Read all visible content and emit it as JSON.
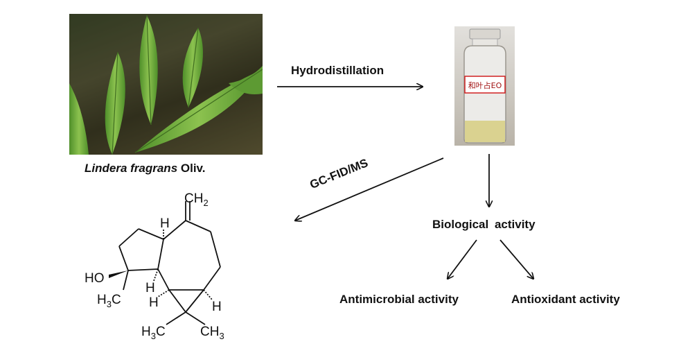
{
  "labels": {
    "species_latin": "Lindera fragrans",
    "species_author": "Oliv.",
    "hydrodistillation": "Hydrodistillation",
    "gc_fid_ms": "GC-FID/MS",
    "biological_activity": "Biological  activity",
    "antimicrobial_activity": "Antimicrobial activity",
    "antioxidant_activity": "Antioxidant activity"
  },
  "vial_label": "和叶占EO",
  "structure": {
    "ch2": "CH",
    "ch2_sub": "2",
    "ho": "HO",
    "h": "H",
    "h3c_left": "H",
    "h3c_left_sub": "3",
    "h3c_left_c": "C",
    "ch3": "CH",
    "ch3_sub": "3"
  },
  "colors": {
    "arrow": "#111111",
    "leaf": "#6aa83a",
    "vial_label_border": "#d02020",
    "vial_liquid": "#d8cf86"
  }
}
